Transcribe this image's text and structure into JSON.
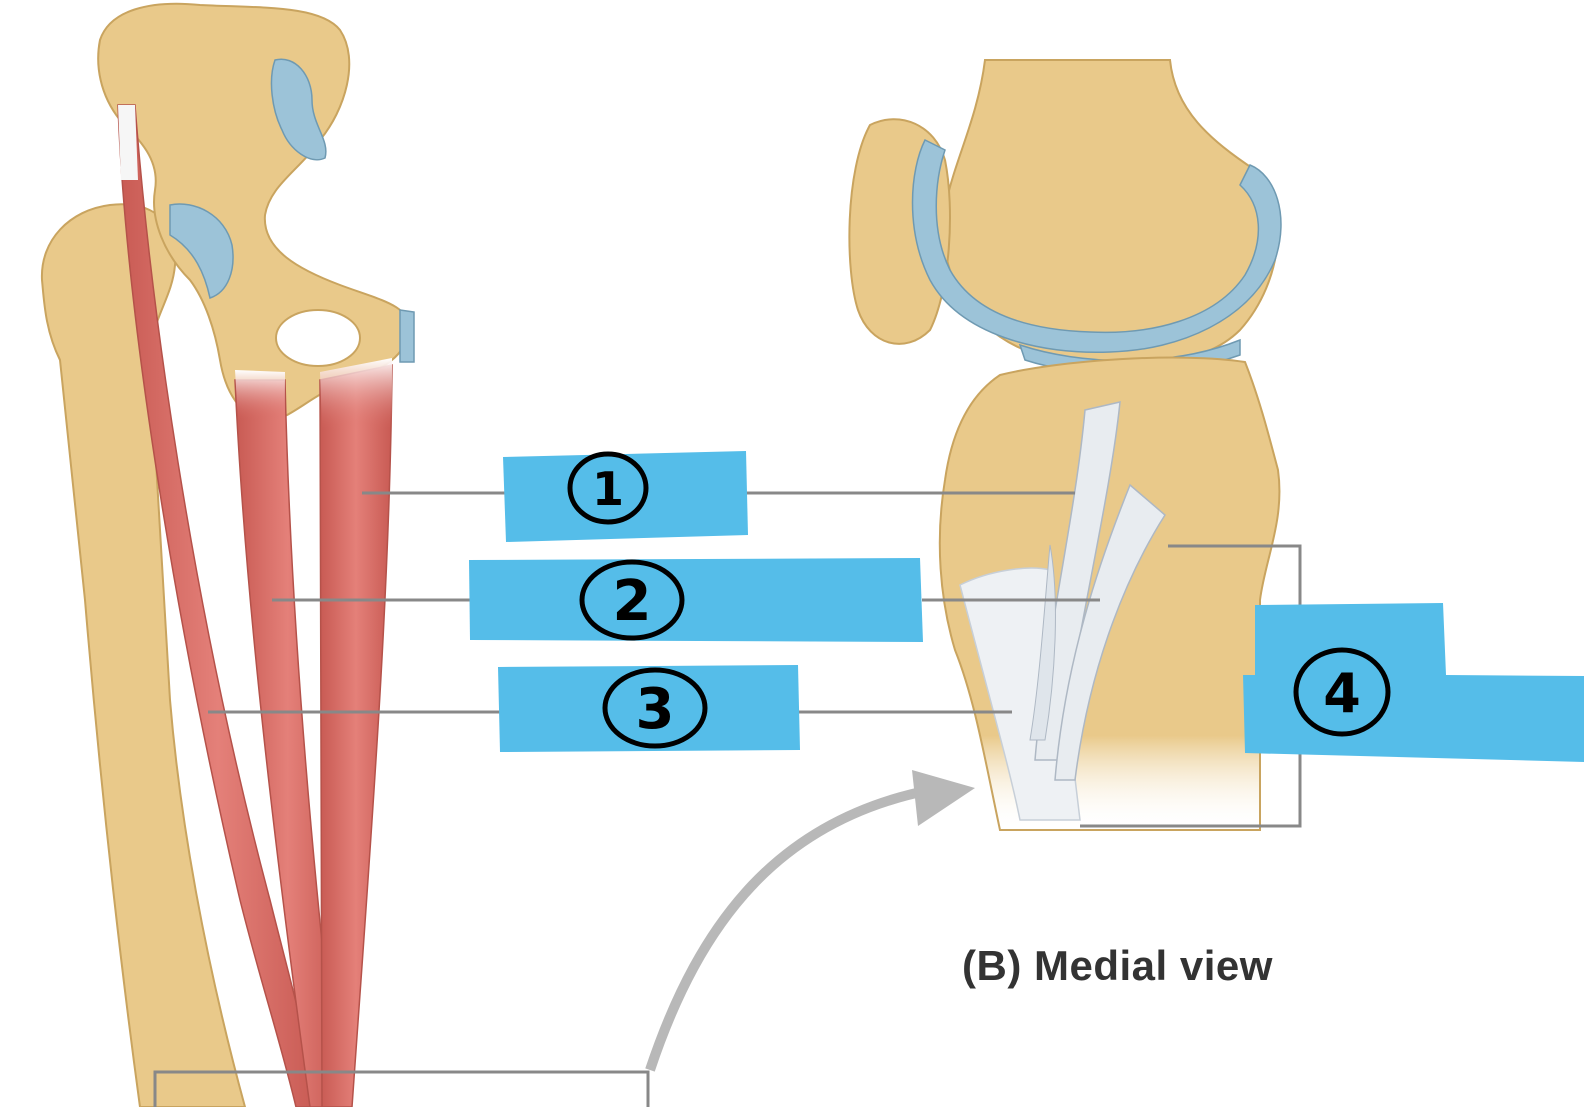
{
  "caption": "(B) Medial view",
  "labels": [
    {
      "key": "1",
      "text": "1"
    },
    {
      "key": "2",
      "text": "2"
    },
    {
      "key": "3",
      "text": "3"
    },
    {
      "key": "4",
      "text": "4"
    }
  ],
  "colors": {
    "bone": "#e9c98a",
    "bone_edge": "#c9a45f",
    "cartilage": "#9cc3d8",
    "muscle": "#d96a62",
    "tendon": "#e8ecf0",
    "label_box": "#55bde9",
    "leader_line": "#888888",
    "arrow": "#b8b8b8",
    "ink": "#000000"
  }
}
